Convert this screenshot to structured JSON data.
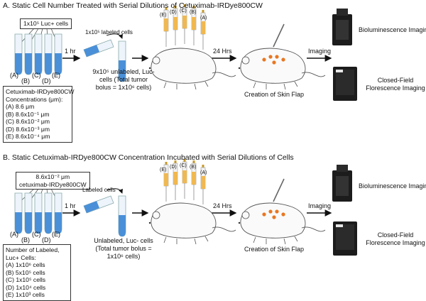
{
  "panel_a": {
    "title": "A. Static Cell Number Treated with Serial Dilutions of Cetuximab-IRDye800CW",
    "source_label": "1x10⁵ Luc+ cells",
    "tube_labels": [
      "(A)",
      "(B)",
      "(C)",
      "(D)",
      "(E)"
    ],
    "step1": "1 hr",
    "labeled_cells": "1x10⁵ labeled cells",
    "unlabeled_text": [
      "9x10⁵ unlabeled, Luc-",
      "cells (Total tumor",
      "bolus = 1x10⁶ cells)"
    ],
    "syringe_labels": [
      "(E)",
      "(D)",
      "(C)",
      "(B)",
      "(A)"
    ],
    "step2": "24 Hrs",
    "flap": "Creation of Skin Flap",
    "step3": "Imaging",
    "biolum": "Bioluminescence Imaging",
    "closed_field": [
      "Closed-Field",
      "Florescence Imaging"
    ],
    "legend_title": [
      "Cetuximab-IRDye800CW",
      "Concentrations (μm):"
    ],
    "legend_items": [
      "(A) 8.6 μm",
      "(B) 8.6x10⁻¹ μm",
      "(C) 8.6x10⁻² μm",
      "(D) 8.6x10⁻³ μm",
      "(E) 8.6x10⁻⁴ μm"
    ]
  },
  "panel_b": {
    "title": "B. Static Cetuximab-IRDye800CW Concentration Incubated with Serial Dilutions of Cells",
    "source_label": [
      "8.6x10⁻² μm",
      "cetuximab-IRDye800CW"
    ],
    "tube_labels": [
      "(A)",
      "(B)",
      "(C)",
      "(D)",
      "(E)"
    ],
    "step1": "1 hr",
    "labeled_cells": "Labeled cells",
    "unlabeled_text": [
      "Unlabeled, Luc- cells",
      "(Total tumor bolus =",
      "1x10⁶ cells)"
    ],
    "syringe_labels": [
      "(E)",
      "(D)",
      "(C)",
      "(B)",
      "(A)"
    ],
    "step2": "24 Hrs",
    "flap": "Creation of Skin Flap",
    "step3": "Imaging",
    "biolum": "Bioluminescence Imaging",
    "closed_field": [
      "Closed-Field",
      "Florescence Imaging"
    ],
    "legend_title": [
      "Number of Labeled,",
      "Luc+ Cells:"
    ],
    "legend_items": [
      "(A) 1x10⁶ cells",
      "(B) 5x10⁵ cells",
      "(C) 1x10⁵ cells",
      "(D) 1x10⁴ cells",
      "(E) 1x10³ cells"
    ]
  },
  "colors": {
    "liquid": "#4a90d9",
    "tube_fill": "#eef4fb",
    "tumor": "#e87722",
    "device": "#1c1c1c"
  },
  "icons": [
    "test-tube-icon",
    "mouse-icon",
    "syringe-icon",
    "imaging-device-icon"
  ]
}
